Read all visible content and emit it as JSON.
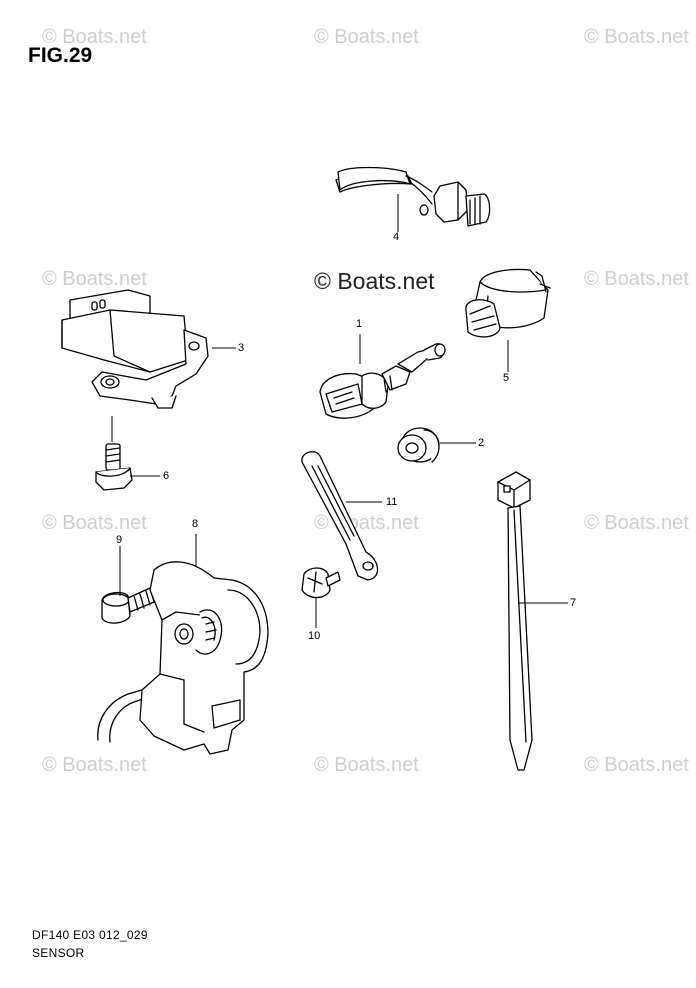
{
  "figure": {
    "title": "FIG.29"
  },
  "watermark": {
    "text": "© Boats.net",
    "main_text": "© Boats.net"
  },
  "callouts": [
    "1",
    "2",
    "3",
    "4",
    "5",
    "6",
    "7",
    "8",
    "9",
    "10",
    "11"
  ],
  "footer": {
    "code": "DF140 E03 012_029",
    "name": "SENSOR"
  }
}
